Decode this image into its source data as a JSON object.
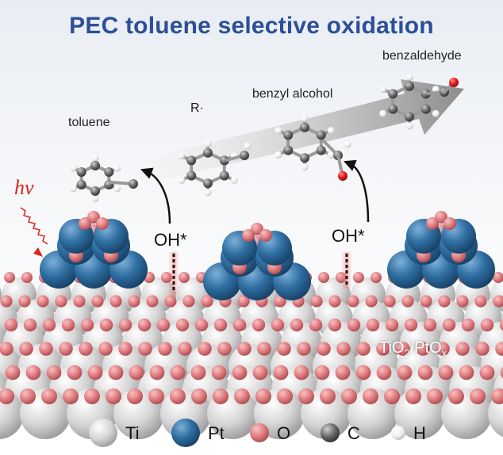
{
  "title": "PEC toluene selective oxidation",
  "labels": {
    "toluene": "toluene",
    "radical": "R·",
    "benzyl_alcohol": "benzyl alcohol",
    "benzaldehyde": "benzaldehyde",
    "oh_left": "OH*",
    "oh_right": "OH*",
    "light": "hv",
    "catalyst_main": "TiO",
    "catalyst_sub1": "2",
    "catalyst_mid": "/PtO",
    "catalyst_sub2": "x"
  },
  "legend": [
    {
      "label": "Ti",
      "color": "#d8d8d8"
    },
    {
      "label": "Pt",
      "color": "#2f6fa3"
    },
    {
      "label": "O",
      "color": "#e07c80"
    },
    {
      "label": "C",
      "color": "#6a6a6a"
    },
    {
      "label": "H",
      "color": "#f2f2f2"
    }
  ],
  "colors": {
    "title": "#2c4f97",
    "ti": "#d8d8d8",
    "pt": "#2f6fa3",
    "o": "#e07c80",
    "c": "#6a6a6a",
    "h": "#f2f2f2",
    "light": "#d8281f",
    "active_site": "#c83a3a"
  }
}
